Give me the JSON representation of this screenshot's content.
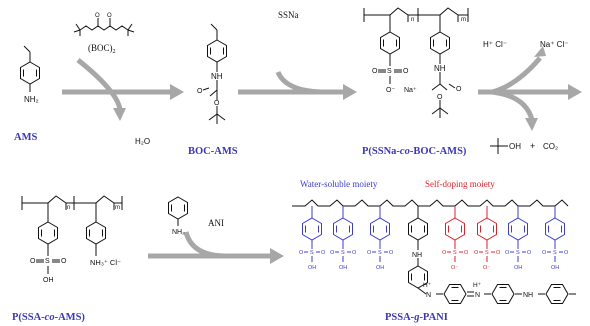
{
  "compounds": {
    "ams": "AMS",
    "boc_ams": "BOC-AMS",
    "poly_boc": {
      "p": "P(SSNa-",
      "co": "co",
      "rest": "-BOC-AMS)"
    },
    "poly_ams": {
      "p": "P(SSA-",
      "co": "co",
      "rest": "-AMS)"
    },
    "pssa_pani": {
      "p": "PSSA-",
      "g": "g",
      "rest": "-PANI"
    }
  },
  "reagents": {
    "boc2": "(BOC)",
    "boc2_sub": "2",
    "ssna": "SSNa",
    "hcl": "H⁺ Cl⁻",
    "nacl": "Na⁺ Cl⁻",
    "ani": "ANI",
    "plus": "+"
  },
  "byproducts": {
    "water": "H₂O",
    "tbuoh": "OH",
    "co2": "CO₂"
  },
  "atoms": {
    "nh2": "NH₂",
    "nh": "NH",
    "o": "O",
    "s": "S",
    "o_minus": "O⁻",
    "na_plus": "Na⁺",
    "oh": "OH",
    "nh3cl": "NH₃⁺ Cl⁻",
    "h_plus": "H⁺",
    "n": "N",
    "n_sub": "n",
    "m_sub": "m"
  },
  "labels": {
    "water_soluble": "Water-soluble moiety",
    "self_doping": "Self-doping moiety"
  },
  "colors": {
    "arrow": "#a7a7a7",
    "caption": "#3a37b8",
    "blue_moiety": "#3b3bd6",
    "red_moiety": "#e0212a"
  }
}
